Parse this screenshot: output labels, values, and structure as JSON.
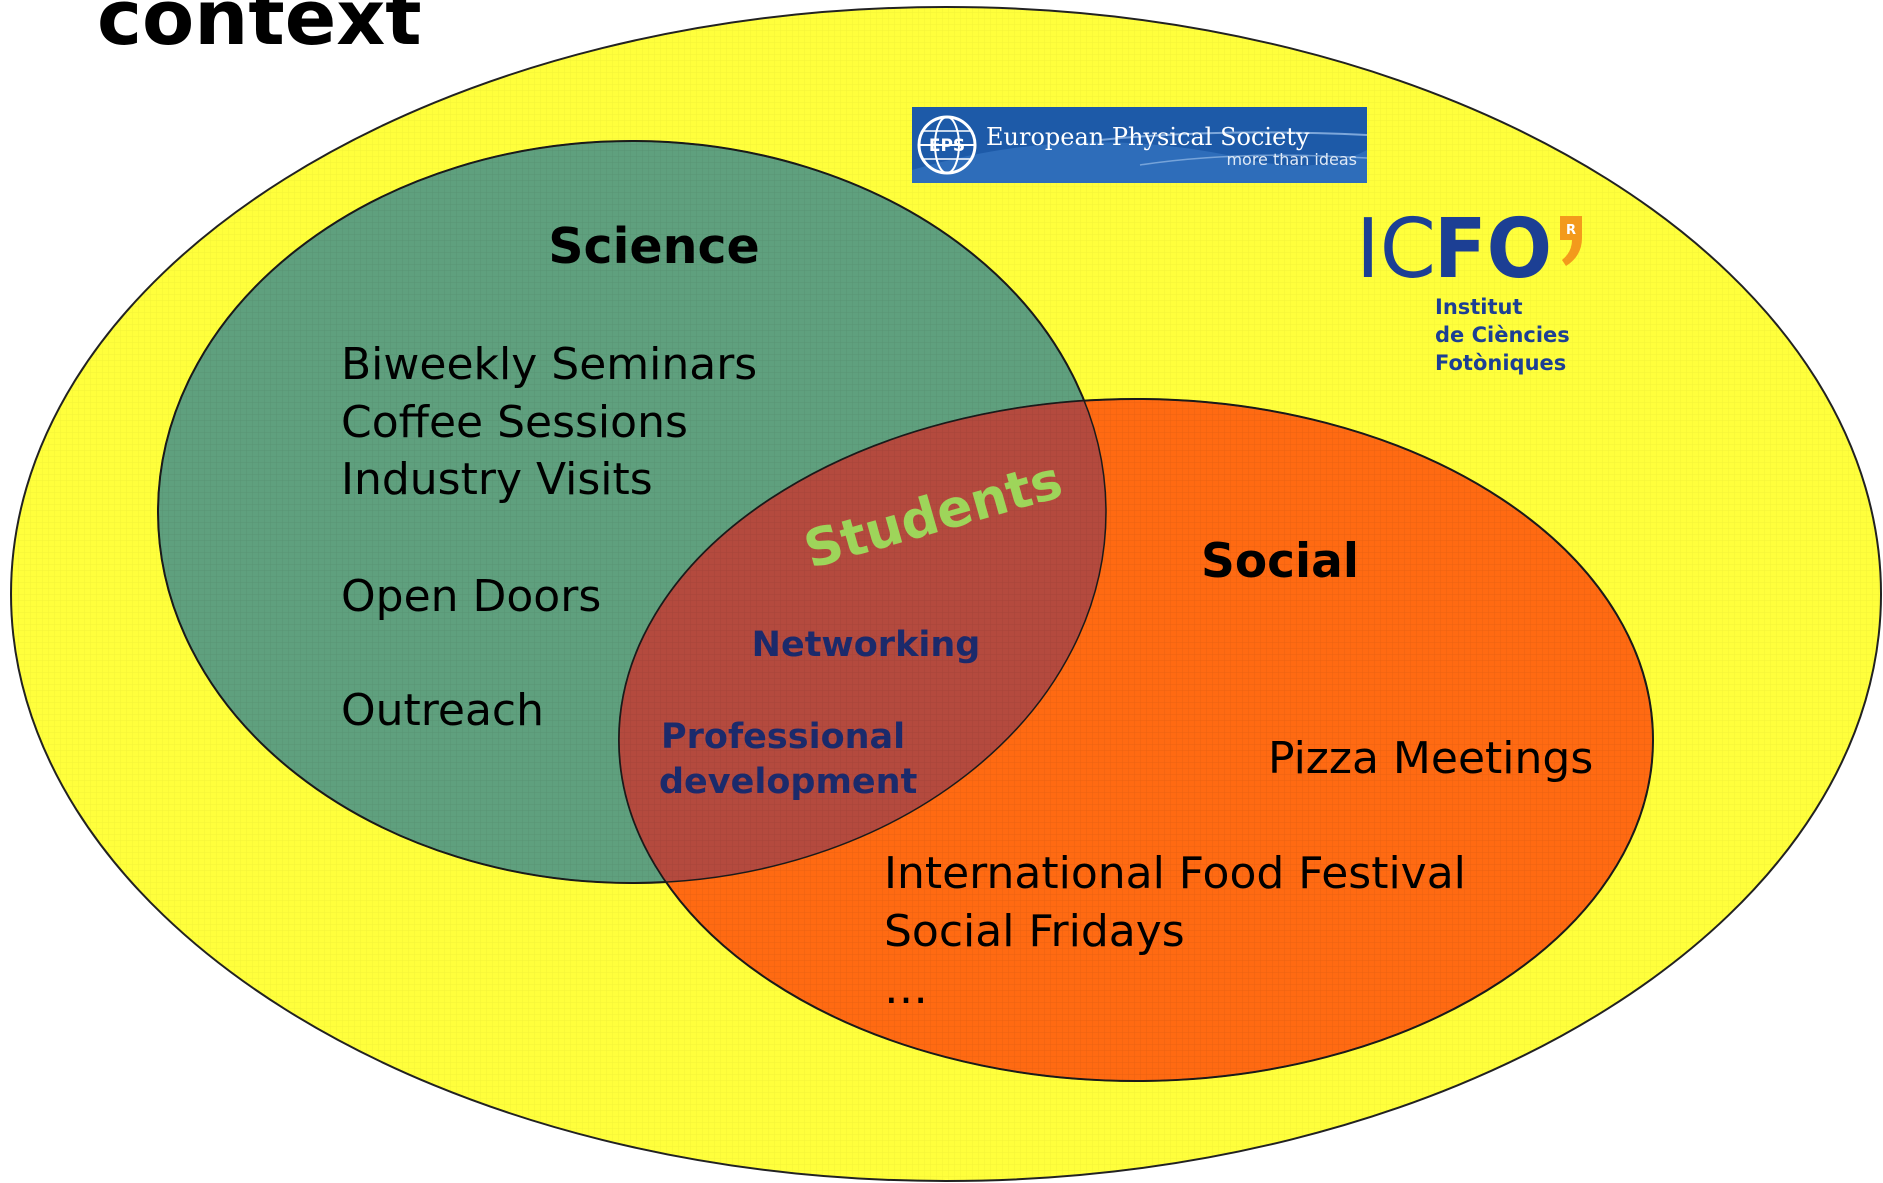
{
  "slide": {
    "title_fragment": "context"
  },
  "colors": {
    "outer_fill": "#ffff3c",
    "science_fill": "#5fa07e",
    "social_fill": "#ff6a12",
    "overlap_fill": "#b44a3e",
    "students_text": "#9ed55a",
    "overlap_text": "#1b2a6b",
    "eps_banner": "#1d5aa8",
    "icfo_blue": "#1c3f94",
    "icfo_orange": "#f39a1c"
  },
  "science": {
    "heading": "Science",
    "items": [
      "Biweekly Seminars",
      "Coffee Sessions",
      "Industry Visits",
      "Open Doors",
      "Outreach"
    ]
  },
  "social": {
    "heading": "Social",
    "items": [
      "Pizza Meetings",
      "International Food Festival",
      "Social Fridays",
      "…"
    ]
  },
  "overlap": {
    "label": "Students",
    "items": [
      "Networking",
      "Professional",
      "development"
    ]
  },
  "logos": {
    "eps": {
      "mark": "EPS",
      "name": "European Physical Society",
      "tagline": "more than ideas"
    },
    "icfo": {
      "wordmark_ic": "IC",
      "wordmark_fo": "FO",
      "registered": "R",
      "subtitle": [
        "Institut",
        "de Ciències",
        "Fotòniques"
      ]
    }
  }
}
